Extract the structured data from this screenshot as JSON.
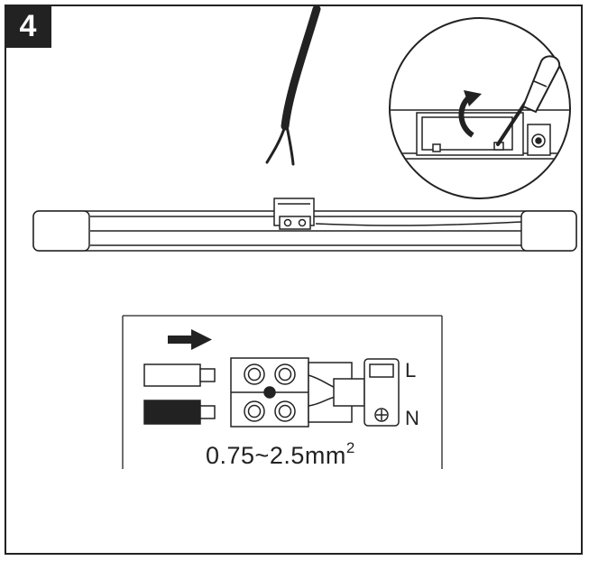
{
  "step": {
    "number": "4"
  },
  "terminal": {
    "live_label": "L",
    "neutral_label": "N",
    "wire_size": "0.75~2.5mm",
    "wire_size_exponent": "2"
  },
  "colors": {
    "ink": "#222222",
    "paper": "#ffffff"
  },
  "icons": [
    "insert-direction-arrow-icon",
    "screwdriver-icon",
    "rotate-arrow-icon",
    "ground-screw-icon"
  ]
}
